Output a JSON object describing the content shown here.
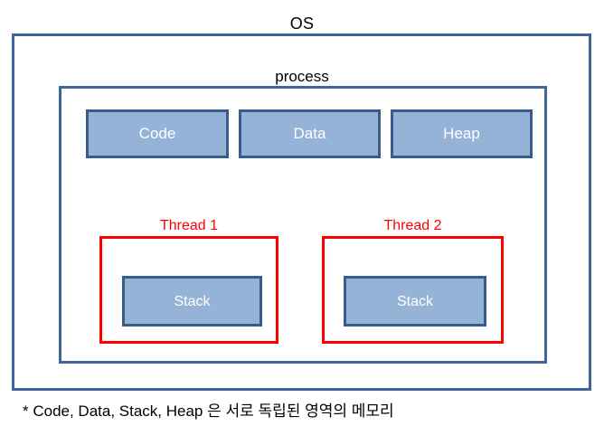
{
  "diagram": {
    "os": {
      "label": "OS"
    },
    "process": {
      "label": "process",
      "segments": [
        {
          "label": "Code"
        },
        {
          "label": "Data"
        },
        {
          "label": "Heap"
        }
      ],
      "threads": [
        {
          "label": "Thread 1",
          "stack_label": "Stack"
        },
        {
          "label": "Thread 2",
          "stack_label": "Stack"
        }
      ]
    },
    "footnote": "* Code, Data, Stack, Heap 은 서로 독립된 영역의 메모리",
    "colors": {
      "container_border": "#3D6599",
      "segment_fill": "#95B3D7",
      "segment_border": "#385D8A",
      "segment_text": "#FFFFFF",
      "thread_border": "#FF0000",
      "thread_text": "#FF0000",
      "background": "#FFFFFF",
      "text": "#000000"
    }
  }
}
